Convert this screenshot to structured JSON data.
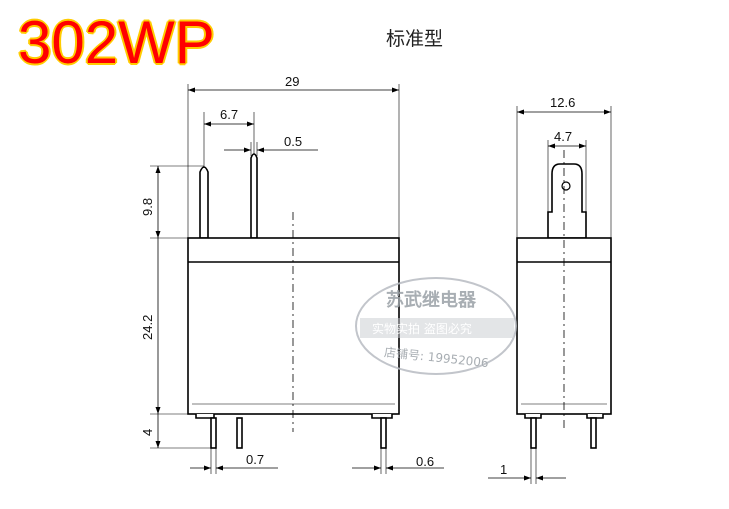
{
  "header": {
    "model": "302WP",
    "type_label": "标准型"
  },
  "front_view": {
    "width": "29",
    "pin_pitch": "6.7",
    "pin_thickness": "0.5",
    "pin_height": "9.8",
    "body_height": "24.2",
    "bottom_pin_length": "4",
    "bottom_pin_width": "0.7",
    "bottom_pin_width_right": "0.6"
  },
  "side_view": {
    "width": "12.6",
    "terminal_width": "4.7",
    "pin_width": "1"
  },
  "watermark": {
    "line1": "苏武继电器",
    "line2": "实物实拍 盗图必究",
    "line3": "店铺号: 19952006"
  }
}
